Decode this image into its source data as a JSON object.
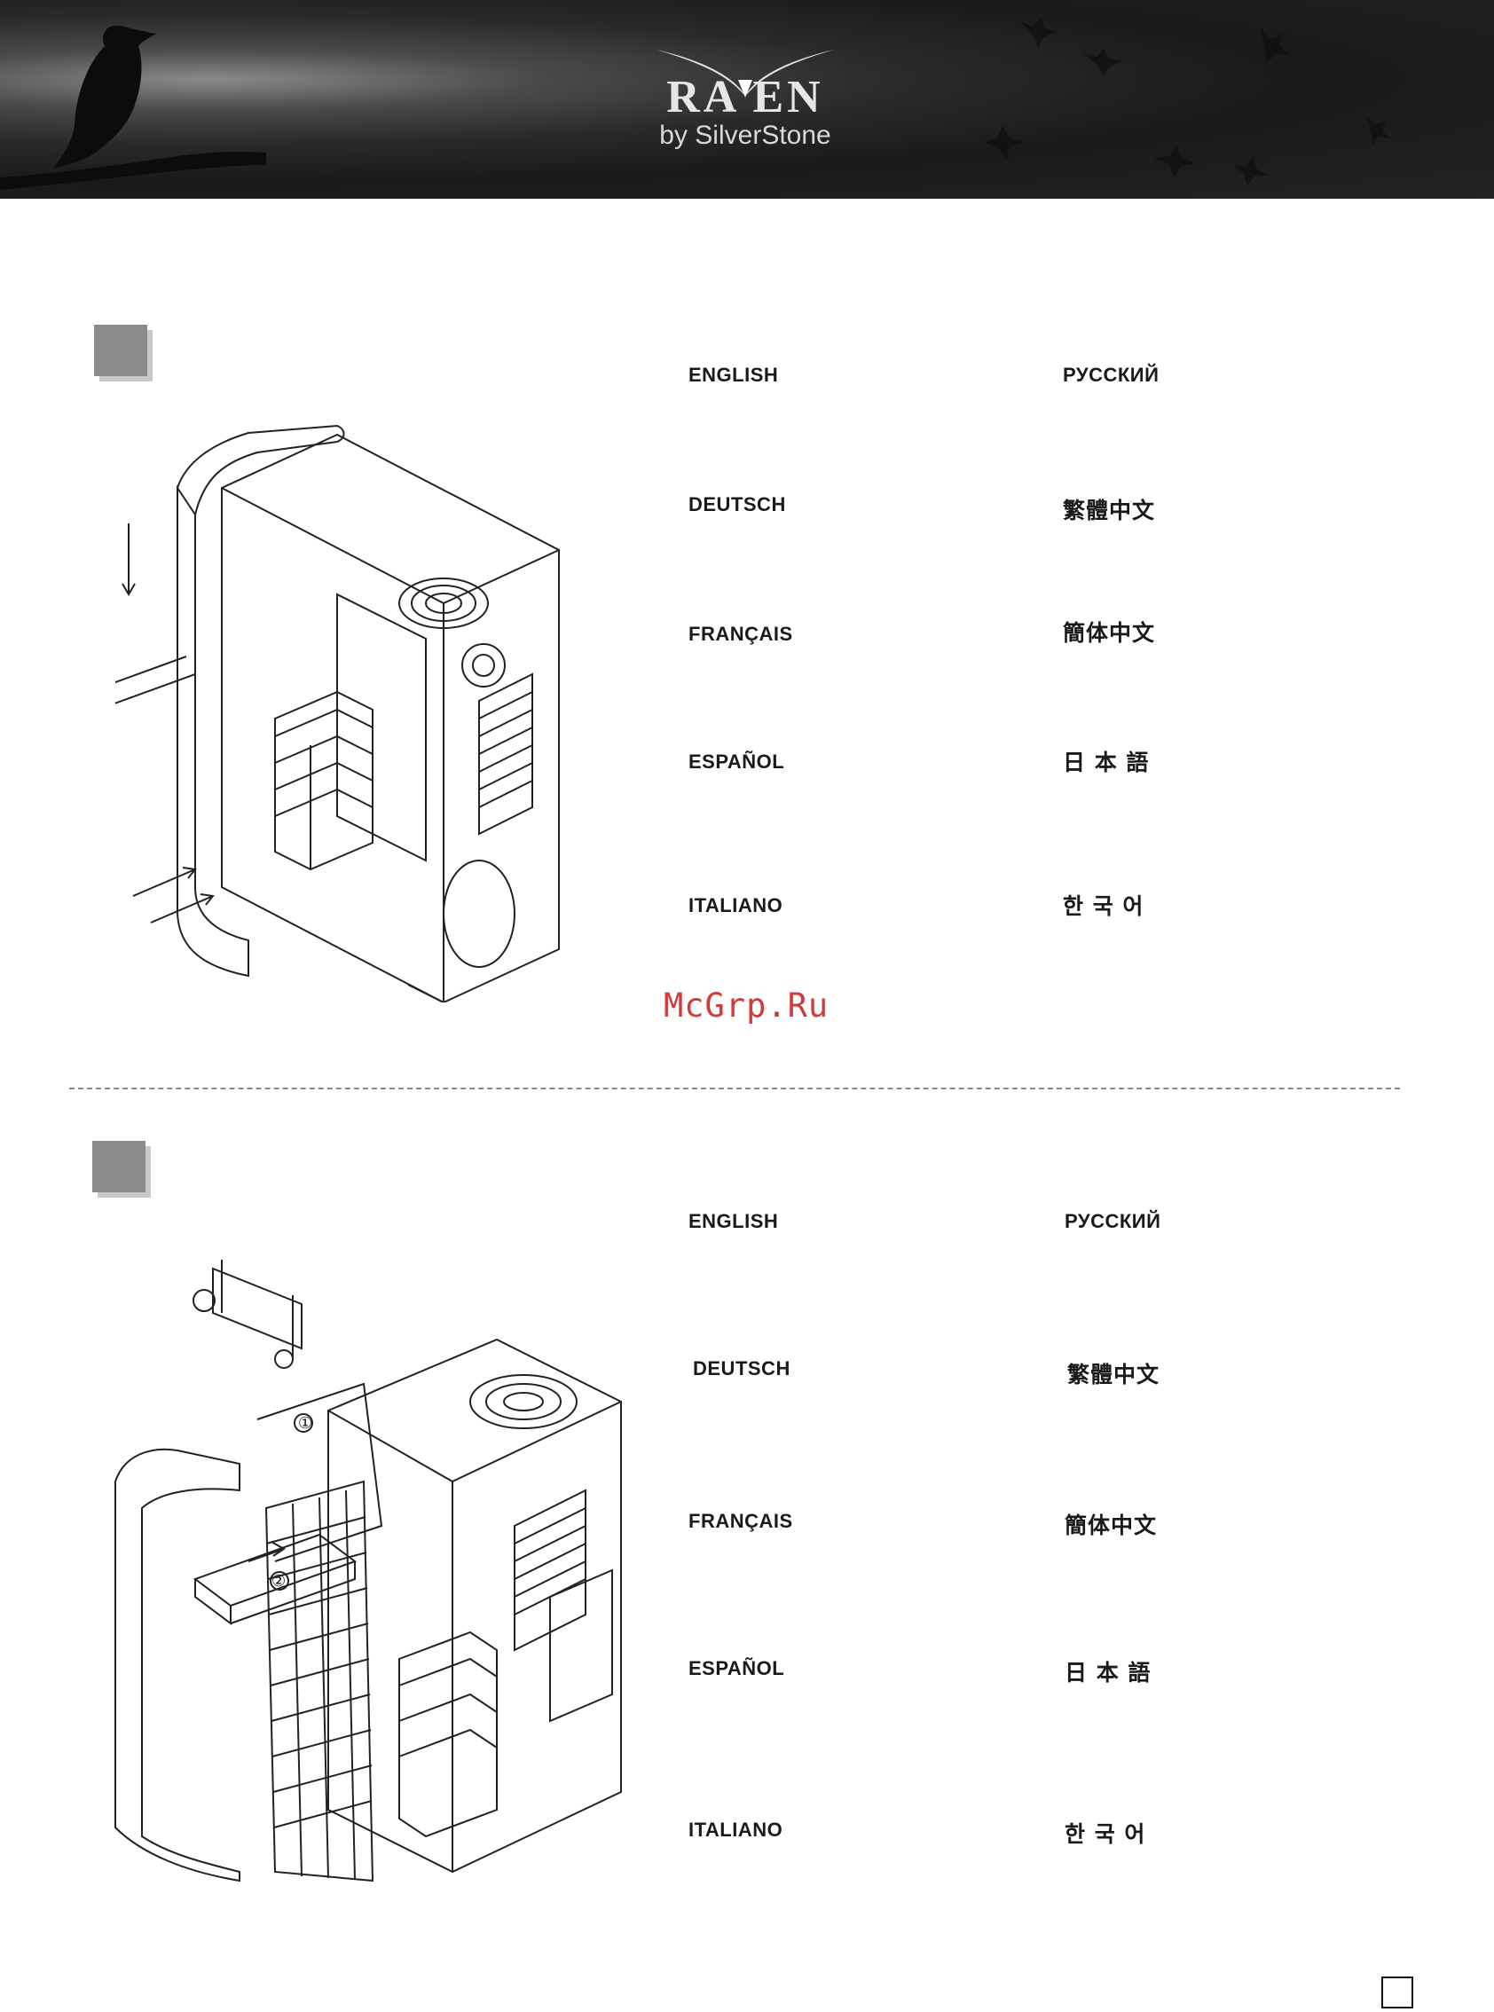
{
  "header": {
    "brand_name": "RA  EN",
    "brand_sub": "by SilverStone"
  },
  "section1": {
    "languages": {
      "english": "ENGLISH",
      "deutsch": "DEUTSCH",
      "francais": "FRANÇAIS",
      "espanol": "ESPAÑOL",
      "italiano": "ITALIANO",
      "russian": "РУССКИЙ",
      "trad_chinese": "繁體中文",
      "simp_chinese": "簡体中文",
      "japanese": "日 本 語",
      "korean": "한 국 어"
    }
  },
  "section2": {
    "callout_1": "①",
    "callout_2": "②",
    "languages": {
      "english": "ENGLISH",
      "deutsch": "DEUTSCH",
      "francais": "FRANÇAIS",
      "espanol": "ESPAÑOL",
      "italiano": "ITALIANO",
      "russian": "РУССКИЙ",
      "trad_chinese": "繁體中文",
      "simp_chinese": "簡体中文",
      "japanese": "日 本 語",
      "korean": "한 국 어"
    }
  },
  "watermark": "McGrp.Ru",
  "colors": {
    "header_dark": "#1a1a1a",
    "step_box": "#8c8c8c",
    "watermark": "#d43a3a"
  }
}
